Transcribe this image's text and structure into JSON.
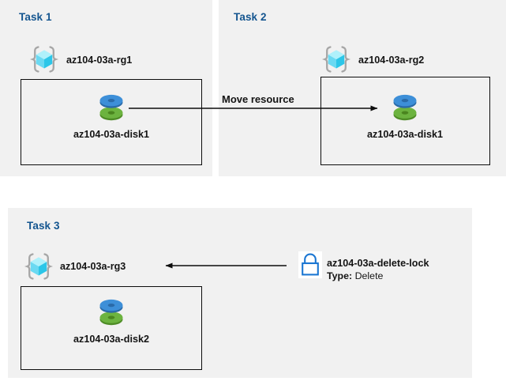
{
  "diagram": {
    "background_color": "#ffffff",
    "panel_color": "#f1f1f1",
    "title_color": "#14558f",
    "accent_blue": "#1b76d2",
    "disk_blue": "#3d8fd8",
    "disk_green": "#6cb33f",
    "cube_cyan": "#7fe4f7"
  },
  "panels": [
    {
      "id": "task1",
      "title": "Task 1",
      "resource_group": {
        "label": "az104-03a-rg1",
        "icon": "resource-group-icon"
      },
      "resource": {
        "label": "az104-03a-disk1",
        "icon": "disk-icon"
      }
    },
    {
      "id": "task2",
      "title": "Task 2",
      "resource_group": {
        "label": "az104-03a-rg2",
        "icon": "resource-group-icon"
      },
      "resource": {
        "label": "az104-03a-disk1",
        "icon": "disk-icon"
      }
    },
    {
      "id": "task3",
      "title": "Task 3",
      "resource_group": {
        "label": "az104-03a-rg3",
        "icon": "resource-group-icon"
      },
      "resource": {
        "label": "az104-03a-disk2",
        "icon": "disk-icon"
      },
      "lock": {
        "icon": "lock-icon",
        "label": "az104-03a-delete-lock",
        "type_key": "Type:",
        "type_value": "Delete"
      }
    }
  ],
  "connectors": [
    {
      "id": "move-resource",
      "label": "Move resource",
      "direction": "right",
      "from": "az104-03a-disk1",
      "to": "az104-03a-disk1"
    },
    {
      "id": "lock-applies-to-rg3",
      "label": "",
      "direction": "left",
      "from": "az104-03a-delete-lock",
      "to": "az104-03a-rg3"
    }
  ]
}
